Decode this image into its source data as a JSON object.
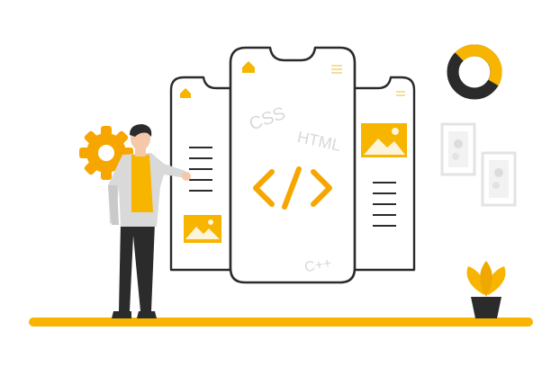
{
  "colors": {
    "accent": "#f7b500",
    "accent_dark": "#f0a800",
    "outline": "#2b2b2b",
    "faint_text": "#d6d6d6",
    "frame": "#e6e6e6",
    "ground": "#f8b400"
  },
  "code_labels": {
    "css": "CSS",
    "html": "HTML",
    "cpp": "C++",
    "tag": "</>"
  },
  "icons": [
    "home-icon",
    "menu-icon",
    "image-icon",
    "code-icon",
    "gear-icon",
    "donut-chart-icon",
    "plant-icon"
  ]
}
